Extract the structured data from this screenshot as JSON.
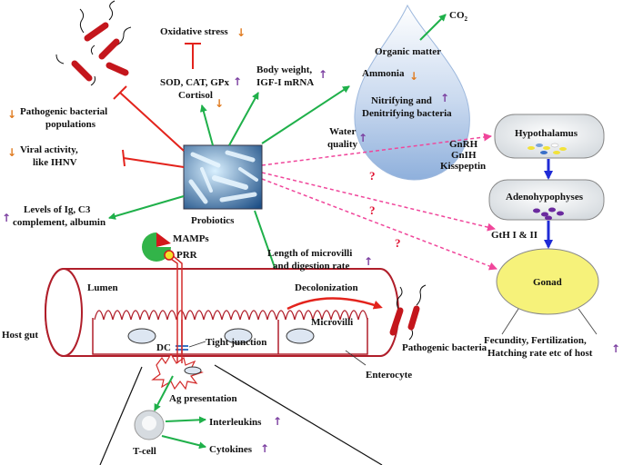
{
  "center": {
    "label": "Probiotics"
  },
  "effects": {
    "oxidative_stress": "Oxidative stress",
    "antioxidants": "SOD, CAT, GPx",
    "cortisol": "Cortisol",
    "body_weight_1": "Body weight,",
    "body_weight_2": "IGF-I mRNA",
    "pathogenic_1": "Pathogenic bacterial",
    "pathogenic_2": "populations",
    "viral_1": "Viral activity,",
    "viral_2": "like IHNV",
    "immune_1": "Levels of Ig, C3",
    "immune_2": "complement, albumin",
    "microvilli_1": "Length of  microvilli",
    "microvilli_2": "and  digestion rate"
  },
  "water": {
    "co2": "CO",
    "co2_sub": "2",
    "organic": "Organic matter",
    "ammonia": "Ammonia",
    "nitrifying_1": "Nitrifying  and",
    "nitrifying_2": "Denitrifying bacteria",
    "quality_1": "Water",
    "quality_2": "quality"
  },
  "hpg": {
    "hypothalamus": "Hypothalamus",
    "adeno": "Adenohypophyses",
    "gonad": "Gonad",
    "hormones_1": "GnRH",
    "hormones_2": "GnIH",
    "hormones_3": "Kisspeptin",
    "gth": "GtH I & II",
    "fecundity_1": "Fecundity, Fertilization,",
    "fecundity_2": "Hatching rate etc of host",
    "question": "?"
  },
  "gut": {
    "mamps": "MAMPs",
    "prr": "PRR",
    "lumen": "Lumen",
    "host_gut": "Host gut",
    "dc": "DC",
    "tight_junction": "Tight junction",
    "decolonization": "Decolonization",
    "microvilli": "Microvilli",
    "pathogenic_bacteria": "Pathogenic bacteria",
    "enterocyte": "Enterocyte",
    "ag_presentation": "Ag presentation",
    "t_cell": "T-cell",
    "interleukins": "Interleukins",
    "cytokines": "Cytokines"
  },
  "arrows": {
    "up": "↑",
    "down": "↓"
  },
  "colors": {
    "green": "#1fb04a",
    "red": "#e3231c",
    "pink": "#f0469b",
    "blue": "#1f2bd6",
    "up_purple": "#7b3fa0",
    "down_orange": "#e07b20",
    "gonad_yellow": "#f6f27a"
  }
}
